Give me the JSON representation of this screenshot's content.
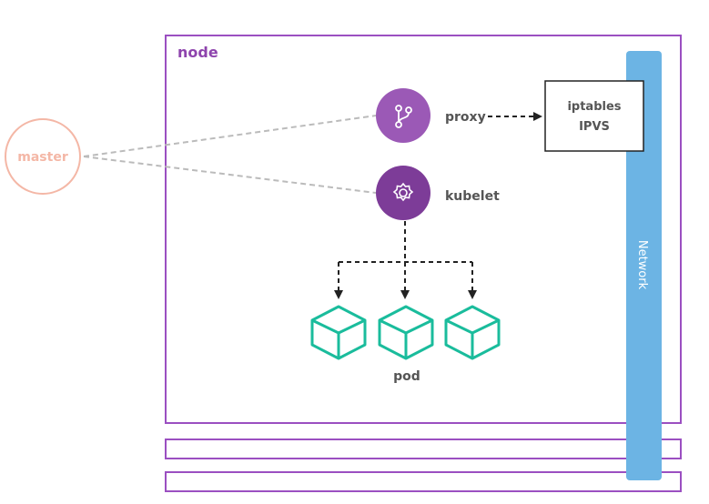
{
  "diagram": {
    "node_label": "node",
    "master_label": "master",
    "proxy_label": "proxy",
    "kubelet_label": "kubelet",
    "iptables_line1": "iptables",
    "iptables_line2": "IPVS",
    "pod_label": "pod",
    "network_label": "Network"
  },
  "colors": {
    "purple": "#8e44ad",
    "purple_frame": "#9b4fc1",
    "proxy_circle": "#9b59b6",
    "kubelet_circle": "#7d3c98",
    "master": "#f4b7a6",
    "network": "#6cb4e4",
    "pod": "#1abc9c",
    "text_dark": "#555555",
    "dash_gray": "#bbbbbb",
    "arrow": "#222222"
  },
  "icons": {
    "proxy": "git-branch-icon",
    "kubelet": "gear-icon",
    "pod": "cube-icon"
  }
}
